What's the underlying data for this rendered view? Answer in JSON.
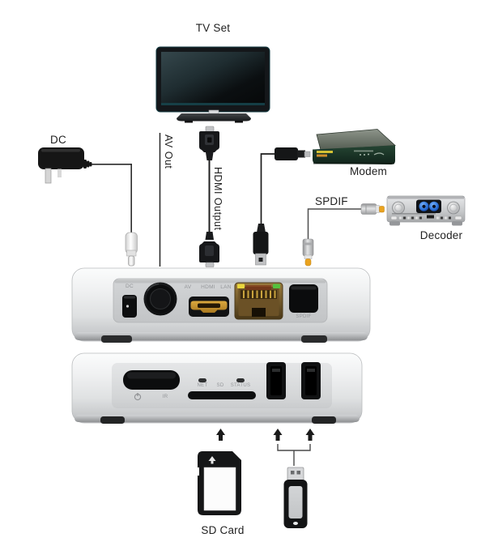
{
  "labels": {
    "tv_set": "TV Set",
    "dc": "DC",
    "av_out": "AV Out",
    "hdmi_output": "HDMI Output",
    "modem": "Modem",
    "spdif": "SPDIF",
    "decoder": "Decoder",
    "sd_card": "SD Card"
  },
  "back_panel": {
    "dc": "DC",
    "av": "AV",
    "hdmi": "HDMI",
    "lan": "LAN",
    "spdif": "SPDIF"
  },
  "front_panel": {
    "power_icon": "power-symbol",
    "ir": "IR",
    "net": "NET",
    "sd": "SD",
    "status": "STATUS"
  },
  "colors": {
    "background": "#ffffff",
    "device_silver": "#dfe1e2",
    "modem_green": "#1f3a2a",
    "hdmi_gold": "#c8932e",
    "spdif_tip_orange": "#eaa31f",
    "decoder_blue": "#2a6fd4",
    "tv_screen_teal": "#2c4f55"
  }
}
